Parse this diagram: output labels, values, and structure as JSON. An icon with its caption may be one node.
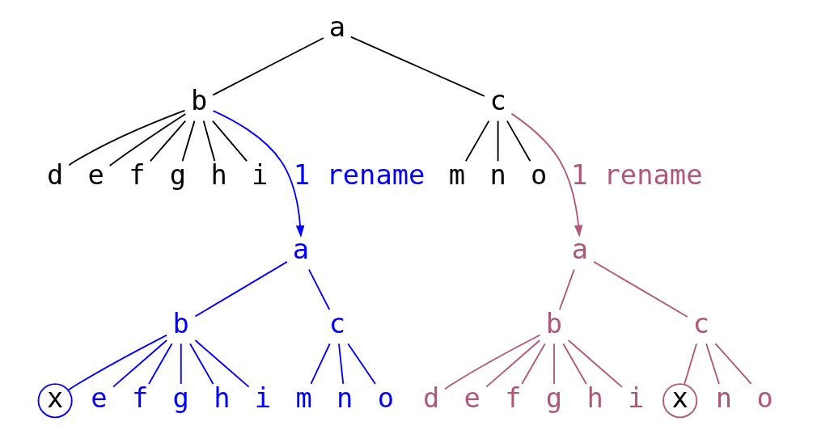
{
  "diagram": {
    "nodes": [
      {
        "text": [
          "a"
        ]
      },
      {
        "text": [
          "b"
        ]
      },
      {
        "text": [
          "c"
        ]
      },
      {
        "text": [
          "d"
        ]
      },
      {
        "text": [
          "e"
        ]
      },
      {
        "text": [
          "f"
        ]
      },
      {
        "text": [
          "g"
        ]
      },
      {
        "text": [
          "h"
        ]
      },
      {
        "text": [
          "i"
        ]
      },
      {
        "text": [
          "m"
        ]
      },
      {
        "text": [
          "n"
        ]
      },
      {
        "text": [
          "o"
        ]
      },
      {
        "text": [
          "a"
        ]
      },
      {
        "text": [
          "b"
        ]
      },
      {
        "text": [
          "c"
        ]
      },
      {
        "text": [
          "x"
        ]
      },
      {
        "text": [
          "e"
        ]
      },
      {
        "text": [
          "f"
        ]
      },
      {
        "text": [
          "g"
        ]
      },
      {
        "text": [
          "h"
        ]
      },
      {
        "text": [
          "i"
        ]
      },
      {
        "text": [
          "m"
        ]
      },
      {
        "text": [
          "n"
        ]
      },
      {
        "text": [
          "o"
        ]
      },
      {
        "text": [
          "a"
        ]
      },
      {
        "text": [
          "b"
        ]
      },
      {
        "text": [
          "c"
        ]
      },
      {
        "text": [
          "d"
        ]
      },
      {
        "text": [
          "e"
        ]
      },
      {
        "text": [
          "f"
        ]
      },
      {
        "text": [
          "g"
        ]
      },
      {
        "text": [
          "h"
        ]
      },
      {
        "text": [
          "i"
        ]
      },
      {
        "text": [
          "x"
        ]
      },
      {
        "text": [
          "n"
        ]
      },
      {
        "text": [
          "o"
        ]
      }
    ],
    "edges": [
      {
        "from": 0,
        "to": 1,
        "arrow": "none",
        "color": "#000000"
      },
      {
        "from": 0,
        "to": 2,
        "arrow": "none",
        "color": "#000000"
      },
      {
        "from": 1,
        "to": 3,
        "arrow": "none",
        "color": "#000000"
      },
      {
        "from": 1,
        "to": 4,
        "arrow": "none",
        "color": "#000000"
      },
      {
        "from": 1,
        "to": 5,
        "arrow": "none",
        "color": "#000000"
      },
      {
        "from": 1,
        "to": 6,
        "arrow": "none",
        "color": "#000000"
      },
      {
        "from": 1,
        "to": 7,
        "arrow": "none",
        "color": "#000000"
      },
      {
        "from": 1,
        "to": 8,
        "arrow": "none",
        "color": "#000000"
      },
      {
        "from": 2,
        "to": 9,
        "arrow": "none",
        "color": "#000000"
      },
      {
        "from": 2,
        "to": 10,
        "arrow": "none",
        "color": "#000000"
      },
      {
        "from": 2,
        "to": 11,
        "arrow": "none",
        "color": "#000000"
      },
      {
        "from": 1,
        "to": 12,
        "arrow": "to",
        "label": "1 rename",
        "color": "#0000ff"
      },
      {
        "from": 2,
        "to": 24,
        "arrow": "to",
        "label": "1 rename",
        "color": "#b0587a"
      },
      {
        "from": 12,
        "to": 13,
        "arrow": "none",
        "color": "#0000ff"
      },
      {
        "from": 12,
        "to": 14,
        "arrow": "none",
        "color": "#0000ff"
      },
      {
        "from": 13,
        "to": 15,
        "arrow": "none",
        "color": "#0000ff"
      },
      {
        "from": 13,
        "to": 16,
        "arrow": "none",
        "color": "#0000ff"
      },
      {
        "from": 13,
        "to": 17,
        "arrow": "none",
        "color": "#0000ff"
      },
      {
        "from": 13,
        "to": 18,
        "arrow": "none",
        "color": "#0000ff"
      },
      {
        "from": 13,
        "to": 19,
        "arrow": "none",
        "color": "#0000ff"
      },
      {
        "from": 13,
        "to": 20,
        "arrow": "none",
        "color": "#0000ff"
      },
      {
        "from": 14,
        "to": 21,
        "arrow": "none",
        "color": "#0000ff"
      },
      {
        "from": 14,
        "to": 22,
        "arrow": "none",
        "color": "#0000ff"
      },
      {
        "from": 14,
        "to": 23,
        "arrow": "none",
        "color": "#0000ff"
      },
      {
        "from": 24,
        "to": 25,
        "arrow": "none",
        "color": "#b0587a"
      },
      {
        "from": 24,
        "to": 26,
        "arrow": "none",
        "color": "#b0587a"
      },
      {
        "from": 25,
        "to": 27,
        "arrow": "none",
        "color": "#b0587a"
      },
      {
        "from": 25,
        "to": 28,
        "arrow": "none",
        "color": "#b0587a"
      },
      {
        "from": 25,
        "to": 29,
        "arrow": "none",
        "color": "#b0587a"
      },
      {
        "from": 25,
        "to": 30,
        "arrow": "none",
        "color": "#b0587a"
      },
      {
        "from": 25,
        "to": 31,
        "arrow": "none",
        "color": "#b0587a"
      },
      {
        "from": 25,
        "to": 32,
        "arrow": "none",
        "color": "#b0587a"
      },
      {
        "from": 26,
        "to": 33,
        "arrow": "none",
        "color": "#b0587a"
      },
      {
        "from": 26,
        "to": 34,
        "arrow": "none",
        "color": "#b0587a"
      },
      {
        "from": 26,
        "to": 35,
        "arrow": "none",
        "color": "#b0587a"
      }
    ]
  }
}
